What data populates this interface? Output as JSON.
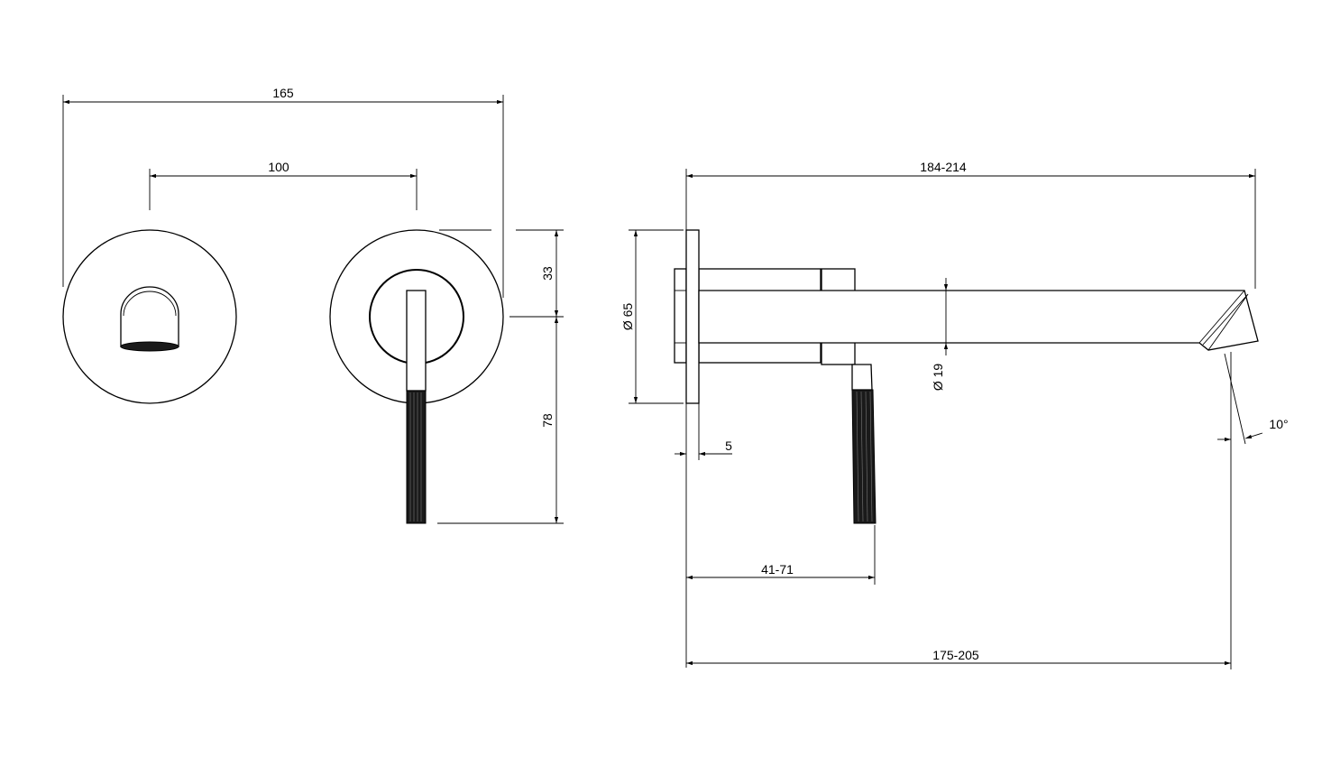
{
  "drawing": {
    "front_views": {
      "overall_width": "165",
      "center_distance": "100",
      "height_above_center": "33",
      "lever_below_center": "78"
    },
    "side_view": {
      "projection_range": "184-214",
      "plate_diameter": "Ø 65",
      "spout_diameter": "Ø 19",
      "plate_thickness": "5",
      "lever_distance": "41-71",
      "outlet_distance": "175-205",
      "outlet_angle": "10°"
    }
  }
}
